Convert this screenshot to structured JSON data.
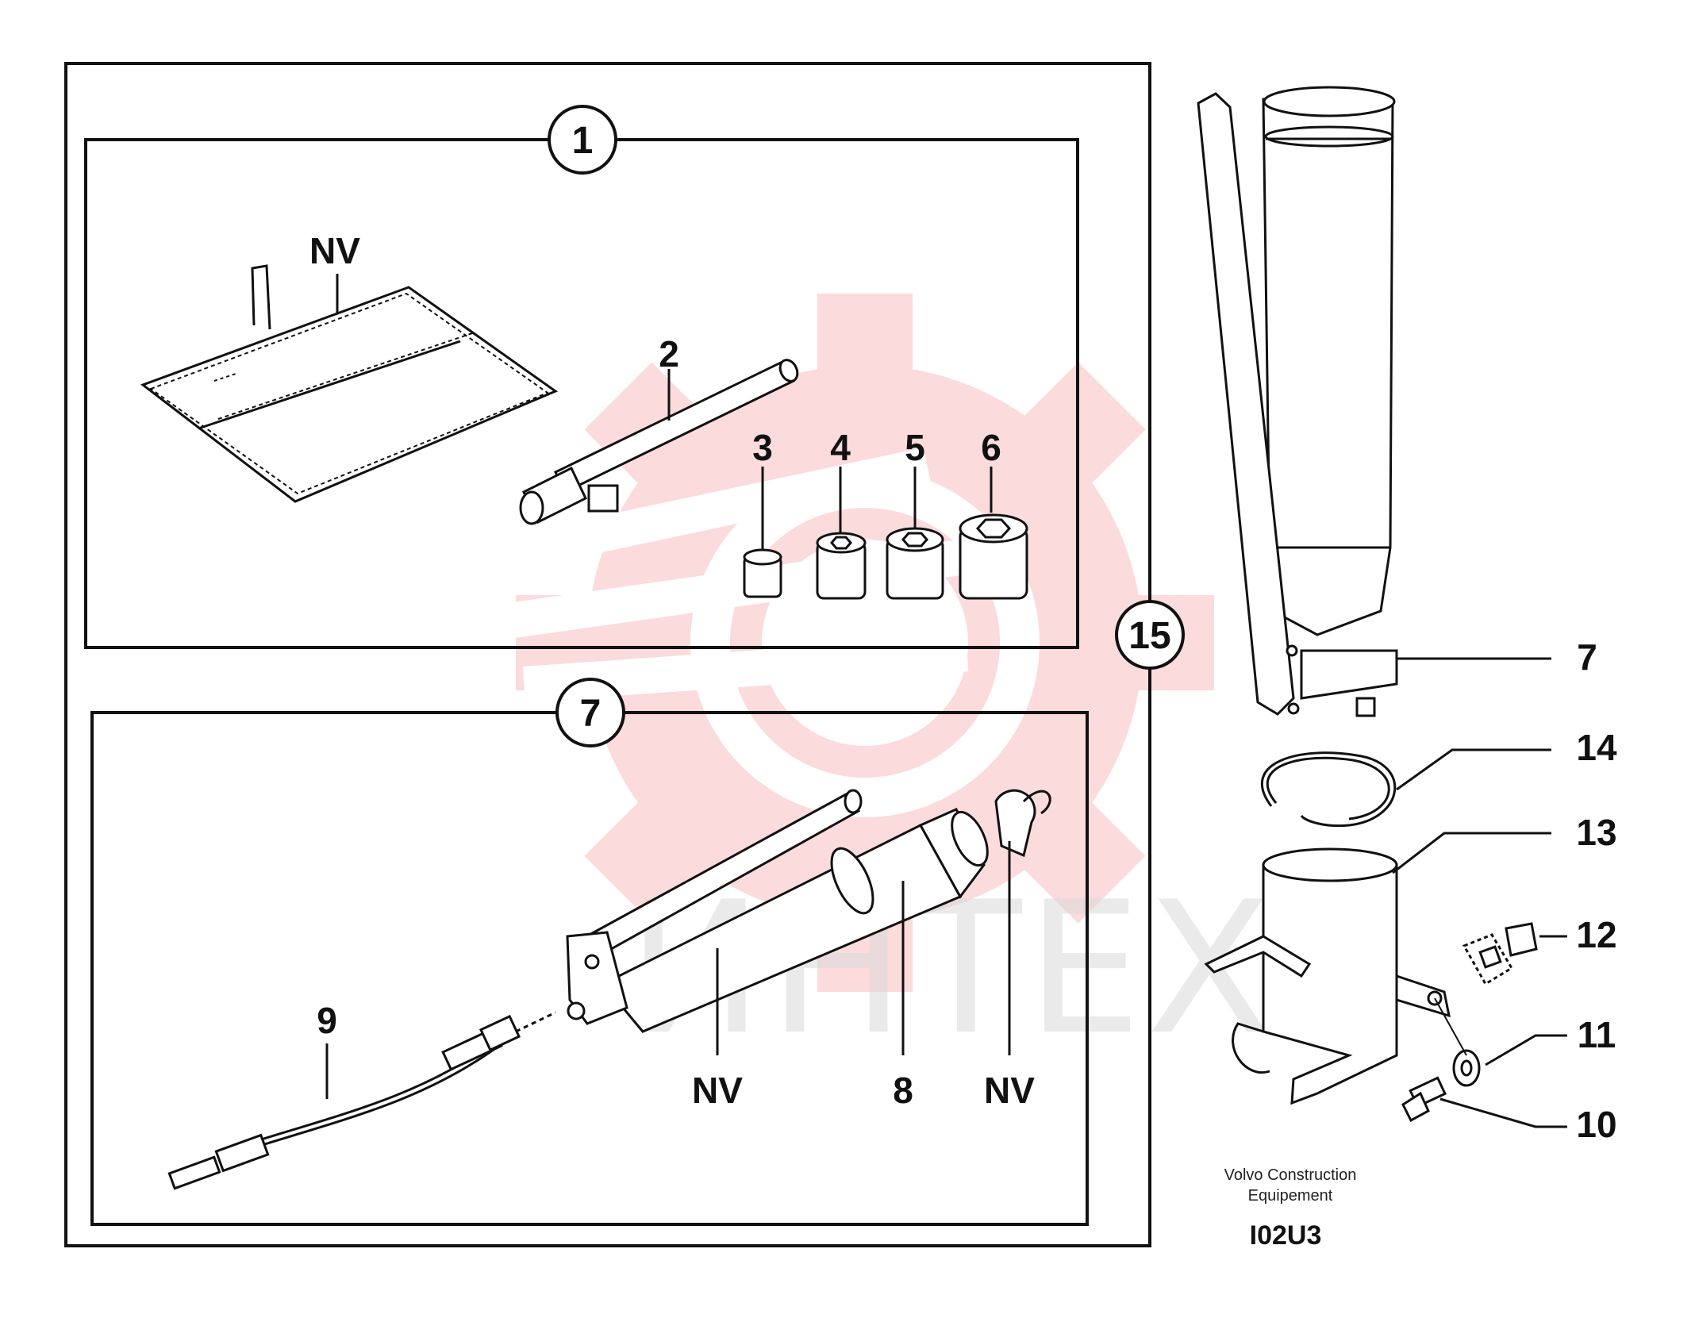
{
  "diagram": {
    "kits": [
      {
        "callout": "1"
      },
      {
        "callout": "7"
      }
    ],
    "assembly_callout": "15",
    "labels": {
      "bag": "NV",
      "handle": "2",
      "socket_a": "3",
      "socket_b": "4",
      "socket_c": "5",
      "socket_d": "6",
      "gun_barrel": "NV",
      "gun_tube": "8",
      "gun_cap": "NV",
      "hose": "9",
      "holder_gun": "7",
      "ring": "14",
      "holder": "13",
      "nut": "12",
      "washer": "11",
      "bolt": "10"
    },
    "footer": {
      "line1": "Volvo Construction",
      "line2": "Equipement",
      "code": "I02U3"
    },
    "watermark": {
      "text": "ИНТЕХ",
      "color": "#e8373a"
    }
  }
}
